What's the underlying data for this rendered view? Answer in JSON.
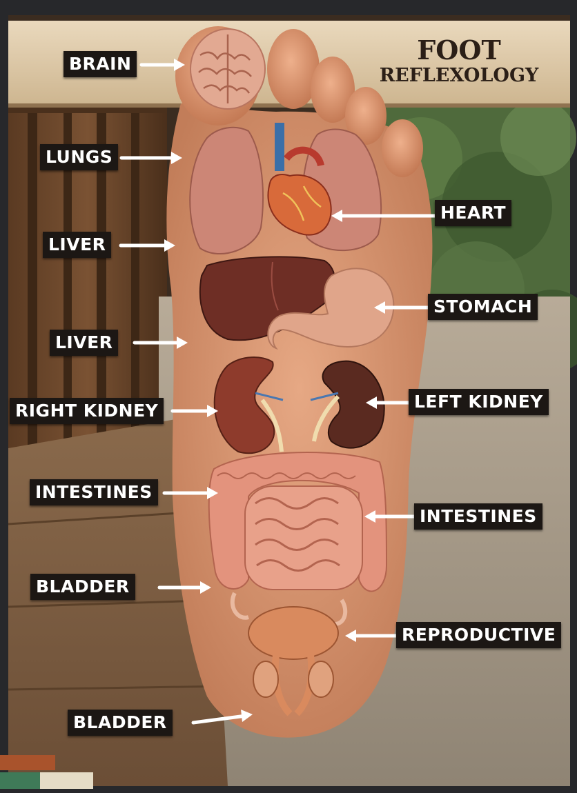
{
  "title": {
    "line1": "FOOT",
    "line2": "REFLEXOLOGY"
  },
  "labels": {
    "brain": "BRAIN",
    "lungs": "LUNGS",
    "liver_upper": "LIVER",
    "heart": "HEART",
    "stomach": "STOMACH",
    "liver_lower": "LIVER",
    "right_kidney": "RIGHT KIDNEY",
    "left_kidney": "LEFT KIDNEY",
    "intestines_left": "INTESTINES",
    "intestines_right": "INTESTINES",
    "bladder_upper": "BLADDER",
    "reproductive": "REPRODUCTIVE",
    "bladder_lower": "BLADDER"
  },
  "colors": {
    "label_bg": "#1c1714",
    "label_text": "#ffffff",
    "arrow": "#ffffff",
    "skin": "#d8946f",
    "title_text": "#2b1f17"
  }
}
